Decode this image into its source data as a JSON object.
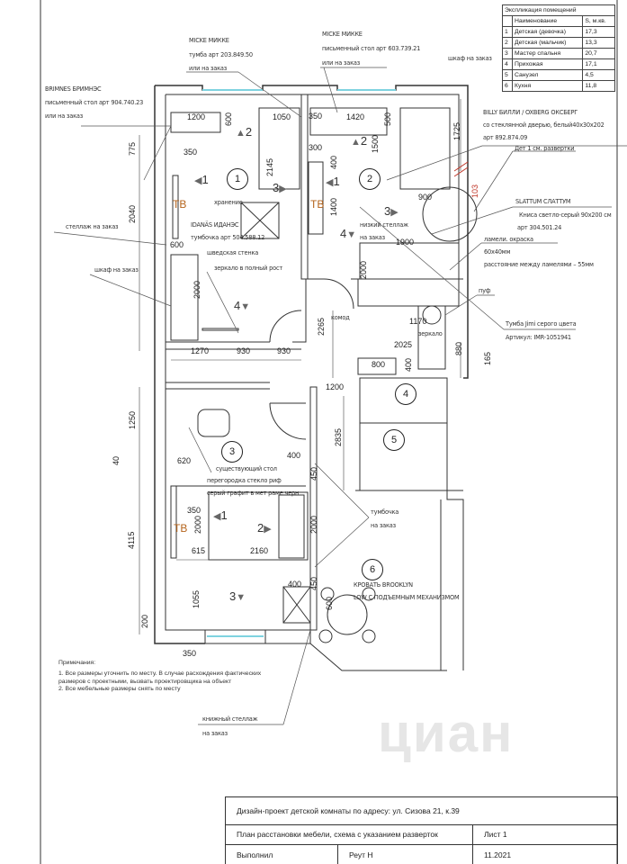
{
  "explication": {
    "title": "Экспликация помещений",
    "columns": [
      "Наименование",
      "S, м.кв."
    ],
    "rows": [
      {
        "n": "1",
        "name": "Детская (девочка)",
        "area": "17,3"
      },
      {
        "n": "2",
        "name": "Детская (мальчик)",
        "area": "13,3"
      },
      {
        "n": "3",
        "name": "Мастер спальня",
        "area": "20,7"
      },
      {
        "n": "4",
        "name": "Прихожая",
        "area": "17,1"
      },
      {
        "n": "5",
        "name": "Санузел",
        "area": "4,5"
      },
      {
        "n": "6",
        "name": "Кухня",
        "area": "11,8"
      }
    ]
  },
  "labels": {
    "micke1_title": "MICKE МИККЕ",
    "micke1_art": "тумба арт 203.849.50",
    "micke1_order": "или на заказ",
    "micke2_title": "MICKE МИККЕ",
    "micke2_art": "письменный стол арт 603.739.21",
    "micke2_order": "или на заказ",
    "wardrobe_top": "шкаф на заказ",
    "brimnes_title": "BRIMNES БРИМНЭС",
    "brimnes_art": "письменный стол арт 904.740.23",
    "brimnes_order": "или на заказ",
    "billy_title": "BILLY БИЛЛИ / OXBERG ОКСБЕРГ",
    "billy_desc": "со стеклянной дверью, белый40х30х202",
    "billy_art": "арт 892.874.09",
    "det1": "Дет 1 см. развертки",
    "slattum_title": "SLATTUM СЛАТТУМ",
    "slattum_desc": "Книса светло-серый 90х200 см",
    "slattum_art": "арт 304.501.24",
    "lamels": "ламели. окраска",
    "lamels_size": "60х40мм",
    "lamels_gap": "расстояние между ламелями – 55мм",
    "pouf": "пуф",
    "jimi_title": "Тумба Jimi серого цвета",
    "jimi_art": "Артикул: IMR-1051941",
    "mirror": "зеркало",
    "dresser": "комод",
    "storage": "хранение",
    "idanas_title": "IDANÄS ИДАНЭС",
    "idanas_art": "тумбочка арт 504.588.12",
    "wall_bars": "шведская стенка",
    "full_mirror": "зеркало в полный рост",
    "shelf_order": "стеллаж на заказ",
    "wardrobe_left": "шкаф на заказ",
    "low_shelf": "низкий стеллаж",
    "low_shelf_order": "на заказ",
    "existing_table": "существующий стол",
    "partition1": "перегородка стекло риф",
    "partition2": "серый графит в мет раме черн",
    "nightstand": "тумбочка",
    "nightstand_order": "на заказ",
    "bed1": "КРОВАТЬ BROOKLYN",
    "bed2": "LOW С ПОДЪЕМНЫМ МЕХАНИЗМОМ",
    "bookshelf": "книжный стеллаж",
    "bookshelf_order": "на заказ",
    "tv": "ТВ"
  },
  "rooms": [
    "1",
    "2",
    "3",
    "4",
    "5",
    "6"
  ],
  "view_markers": {
    "one": "1",
    "two": "2",
    "three": "3",
    "four": "4"
  },
  "dimensions": [
    "1200",
    "600",
    "1050",
    "350",
    "1420",
    "500",
    "775",
    "350",
    "2145",
    "300",
    "400",
    "1500",
    "1725",
    "103",
    "2040",
    "1400",
    "600",
    "900",
    "1900",
    "2000",
    "2000",
    "2265",
    "1270",
    "930",
    "930",
    "1170",
    "2025",
    "800",
    "400",
    "880",
    "165",
    "1200",
    "2835",
    "1250",
    "40",
    "620",
    "400",
    "450",
    "350",
    "2000",
    "2000",
    "615",
    "2160",
    "4115",
    "1055",
    "400",
    "450",
    "600",
    "200",
    "350"
  ],
  "notes": {
    "title": "Примечания:",
    "item1": "1. Все размеры уточнить по месту. В случае расхождения фактических размеров с проектными, вызвать проектировщика на объект",
    "item2": "2. Все мебельные размеры снять по месту"
  },
  "title_block": {
    "project": "Дизайн-проект детской комнаты по адресу: ул. Сизова 21, к.39",
    "sheet_title": "План расстановки мебели, схема с указанием разверток",
    "sheet": "Лист 1",
    "author_label": "Выполнил",
    "author": "Реут Н",
    "date": "11.2021"
  },
  "watermark": "циан",
  "colors": {
    "line": "#333333",
    "window": "#7fd3e0",
    "tv": "#b5651d",
    "red_dim": "#c0392b"
  }
}
